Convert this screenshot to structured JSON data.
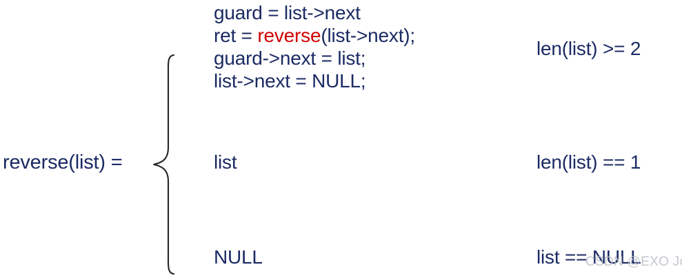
{
  "figure": {
    "kind": "piecewise-definition",
    "lhs": "reverse(list) =",
    "brace_icon": "left-curly-brace-icon",
    "cases": [
      {
        "id": "recursive-case",
        "lines": [
          {
            "text": "guard = list->next",
            "highlight": null
          },
          {
            "pre": "ret = ",
            "highlight": "reverse",
            "post": "(list->next);"
          },
          {
            "text": "guard->next = list;",
            "highlight": null
          },
          {
            "text": "list->next = NULL;",
            "highlight": null
          }
        ],
        "condition": "len(list) >= 2"
      },
      {
        "id": "single-element-case",
        "lines": [
          {
            "text": "list",
            "highlight": null
          }
        ],
        "condition": "len(list) == 1"
      },
      {
        "id": "empty-case",
        "lines": [
          {
            "text": "NULL",
            "highlight": null
          }
        ],
        "condition": "list == NULL"
      }
    ]
  },
  "watermark": {
    "text": "CSDN @EXO Joker"
  },
  "colors": {
    "text_navy": "#1b2a63",
    "highlight_red": "#cf0000",
    "brace_stroke": "#262626",
    "background": "#ffffff",
    "watermark_gray": "#b9bec8"
  }
}
